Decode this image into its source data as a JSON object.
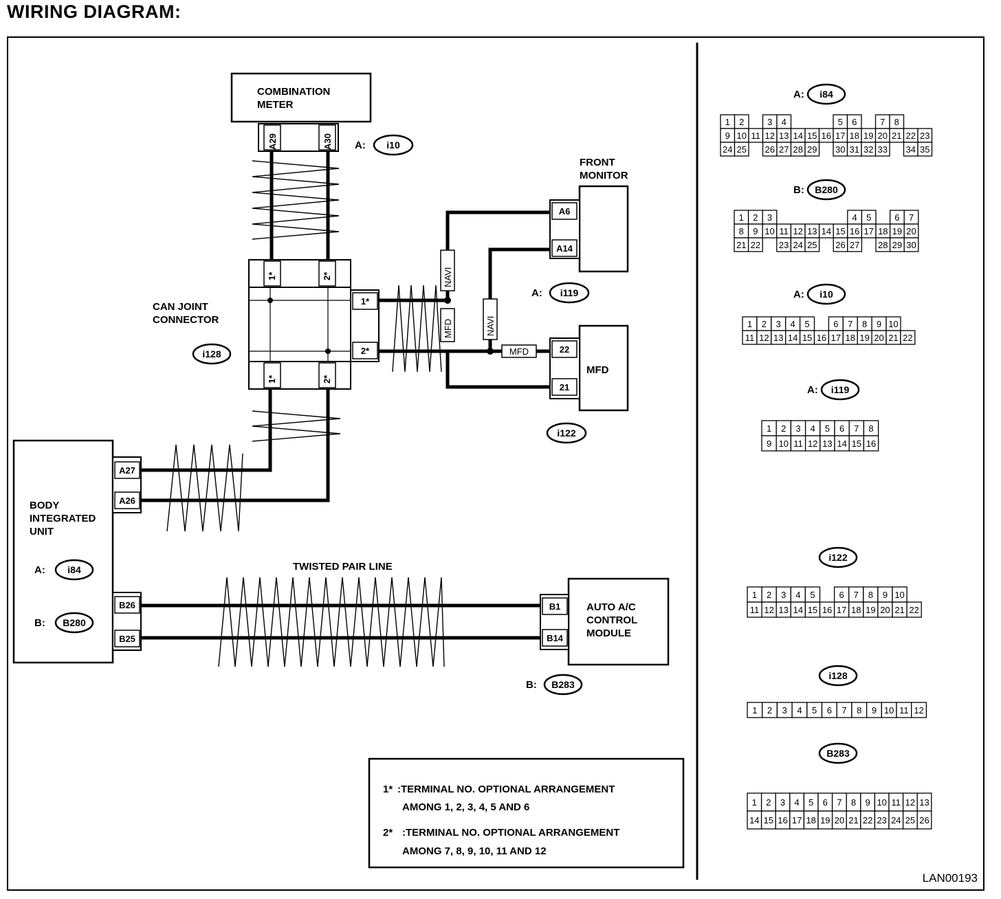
{
  "title": "WIRING DIAGRAM:",
  "figure_code": "LAN00193",
  "twisted_pair_label": "TWISTED PAIR LINE",
  "components": {
    "combination_meter": {
      "line1": "COMBINATION",
      "line2": "METER",
      "pins": [
        "A29",
        "A30"
      ],
      "prefix": "A:",
      "connector": "i10"
    },
    "can_joint": {
      "line1": "CAN JOINT",
      "line2": "CONNECTOR",
      "connector": "i128",
      "pins": [
        "1*",
        "2*"
      ]
    },
    "front_monitor": {
      "line1": "FRONT",
      "line2": "MONITOR",
      "pins": [
        "A6",
        "A14"
      ],
      "prefix": "A:",
      "connector": "i119"
    },
    "mfd": {
      "label": "MFD",
      "pins": [
        "22",
        "21"
      ],
      "connector": "i122"
    },
    "body_unit": {
      "line1": "BODY",
      "line2": "INTEGRATED",
      "line3": "UNIT",
      "prefix_a": "A:",
      "connector_a": "i84",
      "prefix_b": "B:",
      "connector_b": "B280",
      "pins": [
        "A27",
        "A26",
        "B26",
        "B25"
      ]
    },
    "auto_ac": {
      "line1": "AUTO A/C",
      "line2": "CONTROL",
      "line3": "MODULE",
      "pins": [
        "B1",
        "B14"
      ],
      "prefix": "B:",
      "connector": "B283"
    }
  },
  "wire_labels": {
    "navi": "NAVI",
    "mfd": "MFD"
  },
  "notes": {
    "n1_mark": "1*",
    "n1_text": ":TERMINAL NO. OPTIONAL ARRANGEMENT",
    "n1_text2": "AMONG 1, 2, 3, 4, 5 AND 6",
    "n2_mark": "2*",
    "n2_text": ":TERMINAL NO. OPTIONAL ARRANGEMENT",
    "n2_text2": "AMONG 7, 8, 9, 10, 11 AND 12"
  },
  "connector_views": [
    {
      "prefix": "A:",
      "name": "i84",
      "rows": [
        [
          "1",
          "2",
          "",
          "3",
          "4",
          "",
          "",
          "",
          "5",
          "6",
          "",
          "7",
          "8"
        ],
        [
          "9",
          "10",
          "11",
          "12",
          "13",
          "14",
          "15",
          "16",
          "17",
          "18",
          "19",
          "20",
          "21",
          "22",
          "23"
        ],
        [
          "24",
          "25",
          "",
          "26",
          "27",
          "28",
          "29",
          "",
          "30",
          "31",
          "32",
          "33",
          "",
          "34",
          "35"
        ]
      ]
    },
    {
      "prefix": "B:",
      "name": "B280",
      "rows": [
        [
          "1",
          "2",
          "3",
          "",
          "",
          "",
          "",
          "",
          "4",
          "5",
          "",
          "6",
          "7"
        ],
        [
          "8",
          "9",
          "10",
          "11",
          "12",
          "13",
          "14",
          "15",
          "16",
          "17",
          "18",
          "19",
          "20"
        ],
        [
          "21",
          "22",
          "",
          "23",
          "24",
          "25",
          "",
          "26",
          "27",
          "",
          "28",
          "29",
          "30"
        ]
      ]
    },
    {
      "prefix": "A:",
      "name": "i10",
      "rows": [
        [
          "1",
          "2",
          "3",
          "4",
          "5",
          "",
          "6",
          "7",
          "8",
          "9",
          "10"
        ],
        [
          "11",
          "12",
          "13",
          "14",
          "15",
          "16",
          "17",
          "18",
          "19",
          "20",
          "21",
          "22"
        ]
      ]
    },
    {
      "prefix": "A:",
      "name": "i119",
      "rows": [
        [
          "1",
          "2",
          "3",
          "4",
          "5",
          "6",
          "7",
          "8"
        ],
        [
          "9",
          "10",
          "11",
          "12",
          "13",
          "14",
          "15",
          "16"
        ]
      ]
    },
    {
      "prefix": "",
      "name": "i122",
      "rows": [
        [
          "1",
          "2",
          "3",
          "4",
          "5",
          "",
          "6",
          "7",
          "8",
          "9",
          "10"
        ],
        [
          "11",
          "12",
          "13",
          "14",
          "15",
          "16",
          "17",
          "18",
          "19",
          "20",
          "21",
          "22"
        ]
      ]
    },
    {
      "prefix": "",
      "name": "i128",
      "rows": [
        [
          "1",
          "2",
          "3",
          "4",
          "5",
          "6",
          "7",
          "8",
          "9",
          "10",
          "11",
          "12"
        ]
      ]
    },
    {
      "prefix": "",
      "name": "B283",
      "rows": [
        [
          "1",
          "2",
          "3",
          "4",
          "5",
          "6",
          "7",
          "8",
          "9",
          "10",
          "11",
          "12",
          "13"
        ],
        [
          "14",
          "15",
          "16",
          "17",
          "18",
          "19",
          "20",
          "21",
          "22",
          "23",
          "24",
          "25",
          "26"
        ]
      ]
    }
  ]
}
